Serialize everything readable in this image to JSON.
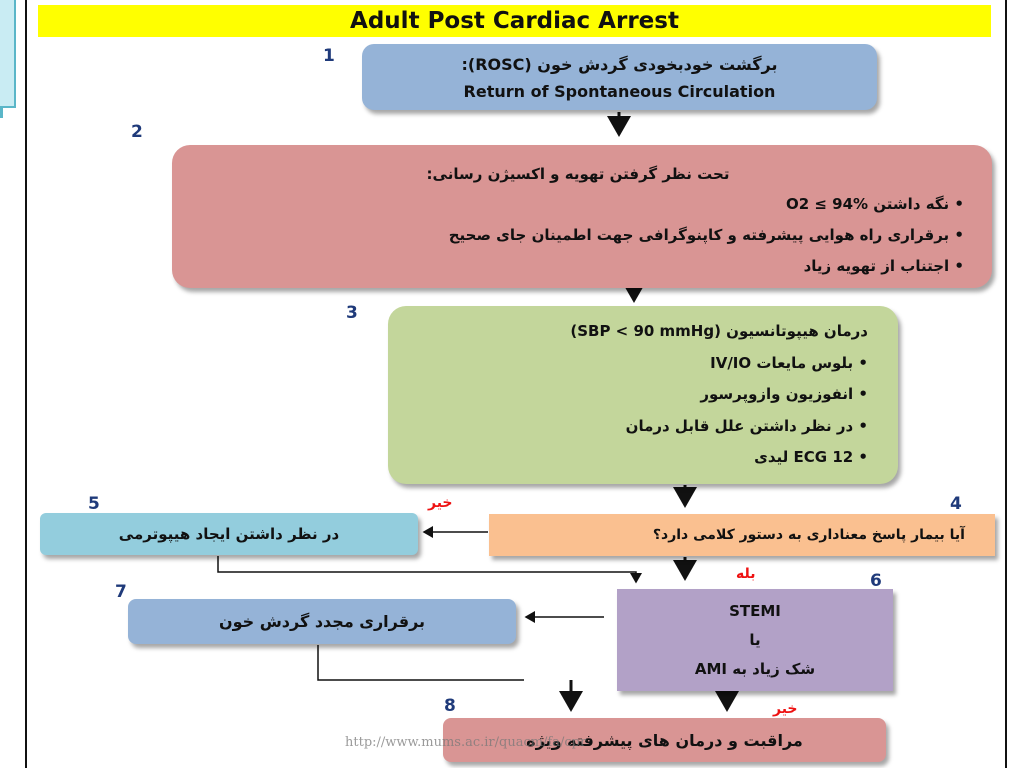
{
  "title": "Adult Post Cardiac Arrest",
  "watermark": "http://www.mums.ac.ir/quacm/fa/cpr",
  "steps": {
    "s1": {
      "num": "1",
      "line1": "برگشت خودبخودی گردش خون (ROSC):",
      "line2": "Return of Spontaneous Circulation"
    },
    "s2": {
      "num": "2",
      "heading": "تحت نظر گرفتن تهویه و اکسیژن رسانی:",
      "items": [
        "• نگه داشتن O2 ≤ 94%",
        "• برقراری راه هوایی پیشرفته و کاپنوگرافی جهت اطمینان جای صحیح",
        "• اجتناب از تهویه زیاد"
      ]
    },
    "s3": {
      "num": "3",
      "heading": "درمان هیپوتانسیون (SBP < 90 mmHg)",
      "items": [
        "• بلوس مایعات IV/IO",
        "• انفوزیون وازوپرسور",
        "• در نظر داشتن علل قابل درمان",
        "• 12 ECG لیدی"
      ]
    },
    "s4": {
      "num": "4",
      "text": "آیا بیمار پاسخ معناداری به دستور کلامی دارد؟"
    },
    "s5": {
      "num": "5",
      "text": "در نظر داشتن ایجاد هیپوترمی"
    },
    "s6": {
      "num": "6",
      "line1": "STEMI",
      "line2": "یا",
      "line3": "شک زیاد به AMI"
    },
    "s7": {
      "num": "7",
      "text": "برقراری مجدد گردش خون"
    },
    "s8": {
      "num": "8",
      "text": "مراقبت و درمان های پیشرفته ویژه"
    }
  },
  "labels": {
    "no_1": "خیر",
    "yes": "بله",
    "no_2": "خیر"
  },
  "colors": {
    "title_bg": "#ffff00",
    "box1": "#95b3d7",
    "box2": "#d99594",
    "box3": "#c3d69b",
    "box4": "#fac090",
    "box5": "#93cddd",
    "box6": "#b2a1c7",
    "box7": "#95b3d7",
    "box8": "#d99594",
    "label_red": "#ee1111",
    "step_number": "#1f3a7a"
  }
}
